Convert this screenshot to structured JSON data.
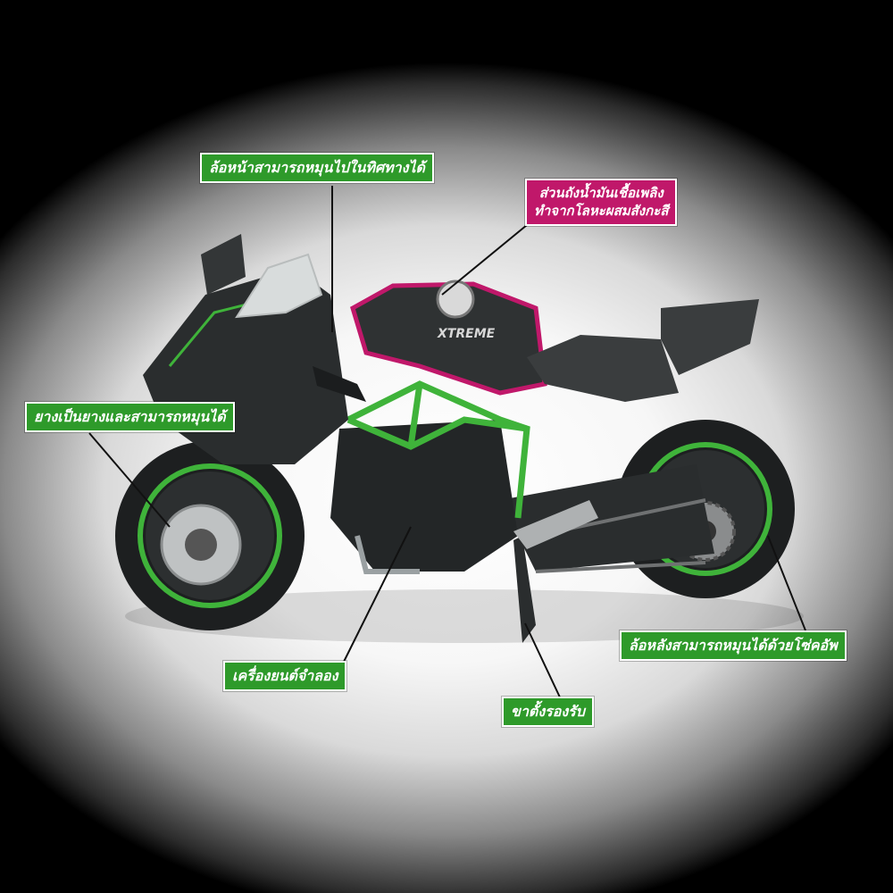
{
  "labels": {
    "front_wheel": "ล้อหน้าสามารถหมุนไปในทิศทางได้",
    "tank_line1": "ส่วนถังน้ำมันเชื้อเพลิง",
    "tank_line2": "ทำจากโลหะผสมสังกะสี",
    "tire": "ยางเป็นยางและสามารถหมุนได้",
    "rear_wheel": "ล้อหลังสามารถหมุนได้ด้วยโซ่คอัพ",
    "engine": "เครื่องยนต์จำลอง",
    "stand": "ขาตั้งรองรับ"
  },
  "tank_logo": "XTREME",
  "colors": {
    "label_green": "#2e9a2a",
    "label_pink": "#c0186a",
    "frame_green": "#3fb33a",
    "body_dark": "#2a2d2e"
  }
}
